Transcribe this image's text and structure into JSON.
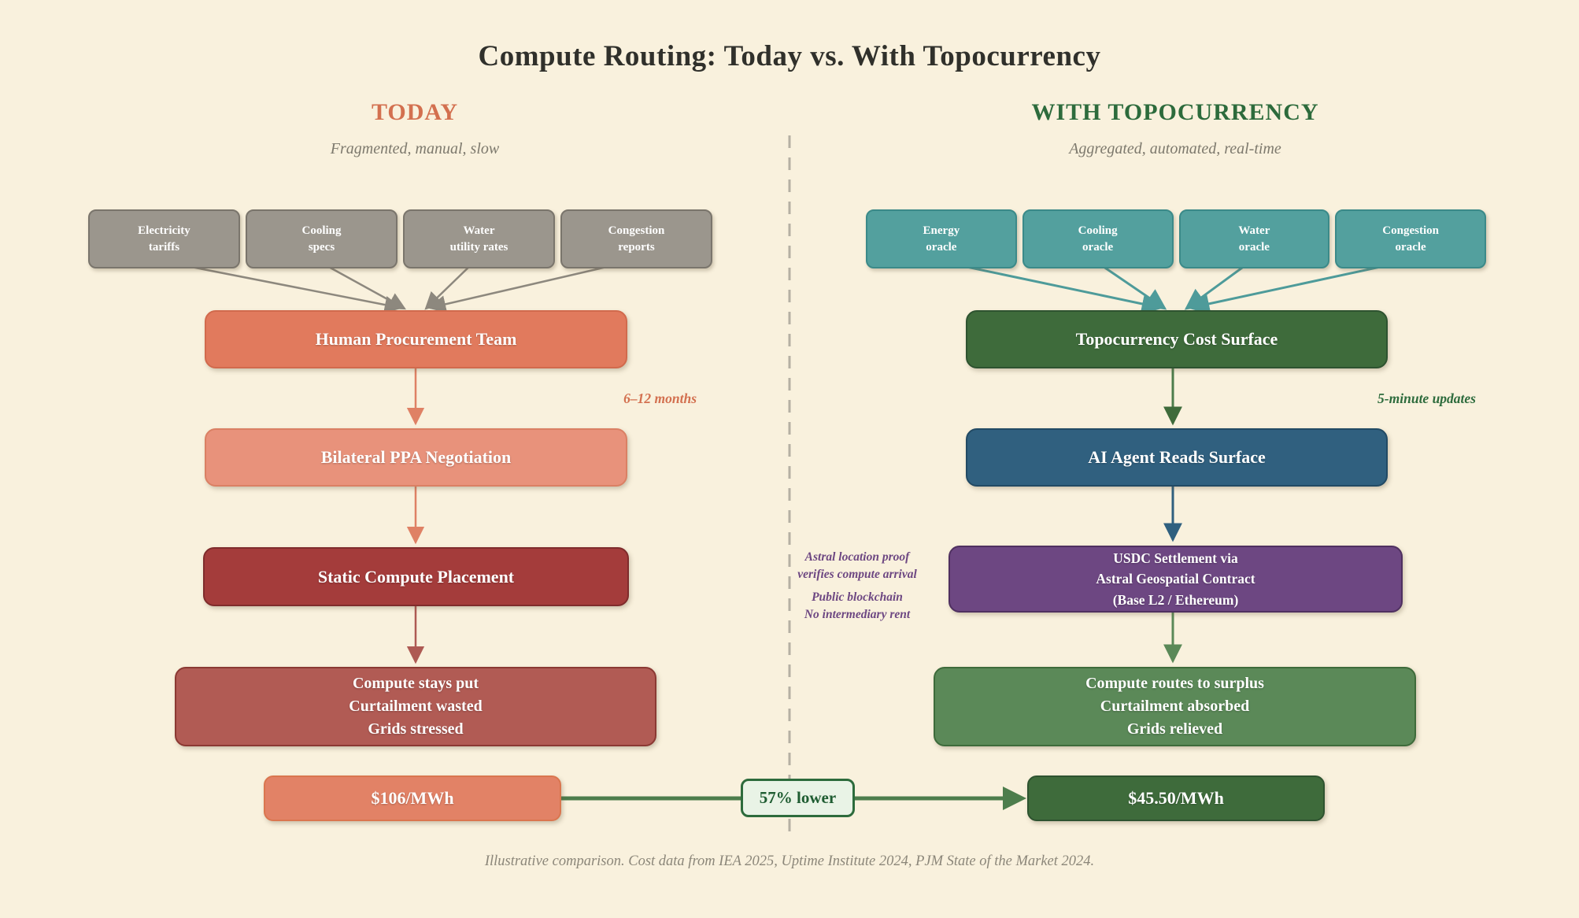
{
  "title": "Compute Routing: Today vs. With Topocurrency",
  "footer": "Illustrative comparison. Cost data from IEA 2025, Uptime Institute 2024, PJM State of the Market 2024.",
  "comparison": {
    "badge": "57% lower"
  },
  "left": {
    "header": "TODAY",
    "subtitle": "Fragmented, manual, slow",
    "inputs": [
      {
        "line1": "Electricity",
        "line2": "tariffs"
      },
      {
        "line1": "Cooling",
        "line2": "specs"
      },
      {
        "line1": "Water",
        "line2": "utility rates"
      },
      {
        "line1": "Congestion",
        "line2": "reports"
      }
    ],
    "annotation": "6–12 months",
    "nodes": {
      "procurement": "Human Procurement Team",
      "negotiation": "Bilateral PPA Negotiation",
      "placement": "Static Compute Placement",
      "outcome": {
        "line1": "Compute stays put",
        "line2": "Curtailment wasted",
        "line3": "Grids stressed"
      },
      "cost": "$106/MWh"
    }
  },
  "right": {
    "header": "WITH TOPOCURRENCY",
    "subtitle": "Aggregated, automated, real-time",
    "inputs": [
      {
        "line1": "Energy",
        "line2": "oracle"
      },
      {
        "line1": "Cooling",
        "line2": "oracle"
      },
      {
        "line1": "Water",
        "line2": "oracle"
      },
      {
        "line1": "Congestion",
        "line2": "oracle"
      }
    ],
    "annotation": "5-minute updates",
    "notes": {
      "line1": "Astral location proof",
      "line2": "verifies compute arrival",
      "line3": "Public blockchain",
      "line4": "No intermediary rent"
    },
    "nodes": {
      "surface": "Topocurrency Cost Surface",
      "agent": "AI Agent Reads Surface",
      "settlement": {
        "line1": "USDC Settlement via",
        "line2": "Astral Geospatial Contract",
        "line3": "(Base L2 / Ethereum)"
      },
      "outcome": {
        "line1": "Compute routes to surplus",
        "line2": "Curtailment absorbed",
        "line3": "Grids relieved"
      },
      "cost": "$45.50/MWh"
    }
  },
  "colors": {
    "background": "#F9F1DD",
    "today_accent": "#D3704F",
    "topo_accent": "#2D6B3C",
    "gray_input": "#9B968D",
    "teal_input": "#53A09E",
    "salmon": "#E17A5D",
    "salmon_light": "#E8927B",
    "dark_red": "#A43C3B",
    "brick": "#B15B54",
    "dark_green": "#3E6B3B",
    "steel_blue": "#30607F",
    "purple": "#6D4782",
    "mid_green": "#5B8958",
    "badge_bg": "#E9F3E6"
  }
}
